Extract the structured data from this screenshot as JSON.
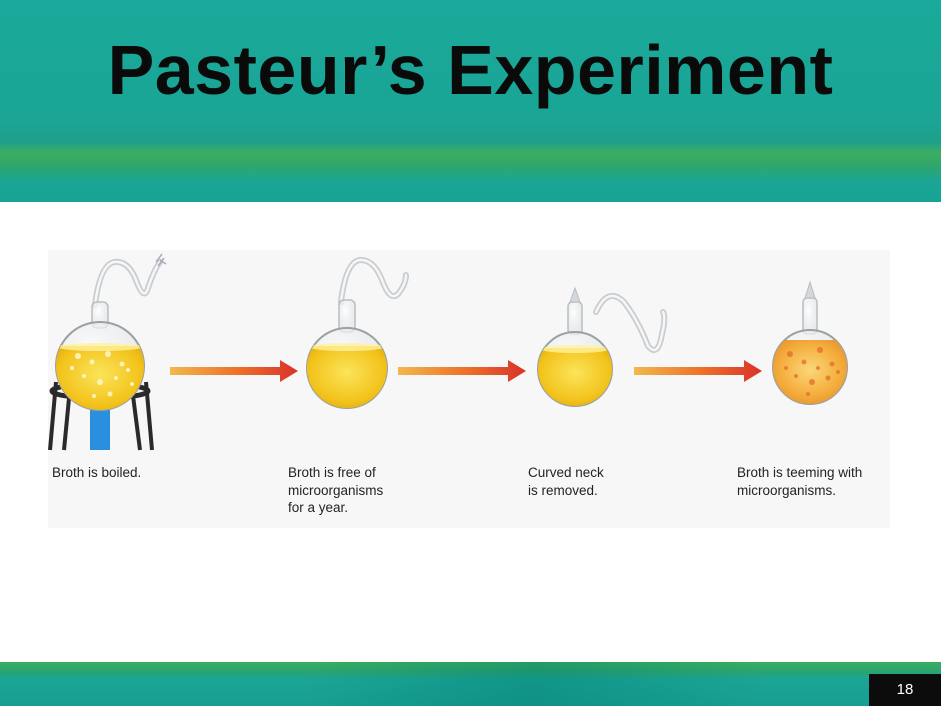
{
  "slide": {
    "title": "Pasteur’s Experiment",
    "number": "18"
  },
  "steps": [
    {
      "lines": [
        "Broth is boiled."
      ]
    },
    {
      "lines": [
        "Broth is free of",
        "microorganisms",
        "for a year."
      ]
    },
    {
      "lines": [
        "Curved neck",
        "is removed."
      ]
    },
    {
      "lines": [
        "Broth is teeming with",
        "microorganisms."
      ]
    }
  ],
  "colors": {
    "header": "#1aa596",
    "stripe": "#3cae62",
    "broth": "#f2c21a",
    "arrow": "#e2482a",
    "flame": "#2b8fe0"
  },
  "icons": [
    "flask-icon",
    "burner-icon",
    "arrow-icon",
    "s-neck-tube-icon"
  ]
}
